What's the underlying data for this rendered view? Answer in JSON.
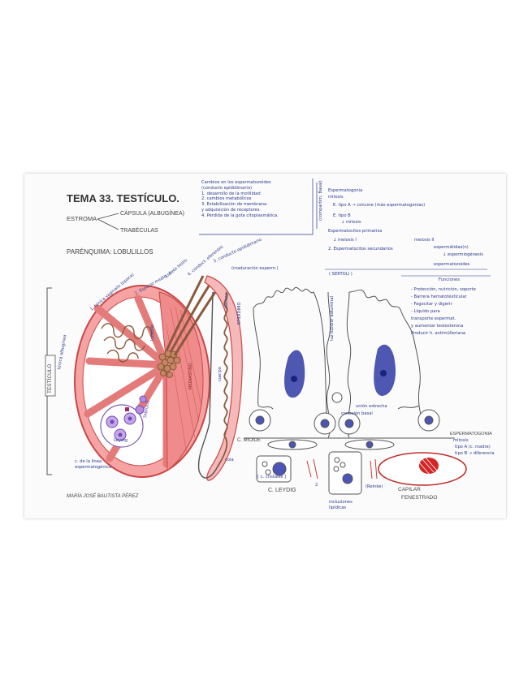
{
  "header": {
    "title": "TEMA 33. TESTÍCULO.",
    "estroma": "ESTROMA",
    "capsula": "CÁPSULA (ALBUGÍNEA)",
    "trabeculas": "TRABÉCULAS",
    "parenquima": "PARÉNQUIMA: LOBULILLOS"
  },
  "epididimo_notes": [
    "Cambios en los espermatozoides",
    "(conducto epididimario)",
    "1. desarrollo de la motilidad",
    "2. cambios metabólicos",
    "3. Estabilización de membrana",
    "   y adquisición de receptores",
    "4. Pérdida de la gota citoplasmática."
  ],
  "espermatogenesis": {
    "side_label": "(compartim. Basal)",
    "title": "Espermatogonia",
    "mitosis": "mitosis",
    "tipo_a": "E. tipo A → concore (más espermatogonias)",
    "tipo_b": "E. tipo B",
    "mitosis2": "↓ mitosis",
    "primarios": "Espermatocitos primarios",
    "meiosis1": "↓ meiosis I",
    "meiosis2": "meiosis II",
    "secundarios": "2. Espermatocitos secundarios",
    "espermatidas": "espermátidas(n)",
    "espermiogenesis": "↓ espermiogénesis",
    "espermatozoides": "espermatozoides"
  },
  "sertoli": {
    "title": "( SERTOLI )",
    "funciones_title": "Funciones",
    "funciones": [
      "- Protección, nutrición, soporte",
      "- Barrera hematotesticular",
      "- Fagocitar y digerir",
      "- Líquido para",
      "  transporte espermat.",
      "  y aumentar testosterona",
      "  Producir h. antimülleriana"
    ],
    "luz_tubular": "luz tubular adluminal",
    "union": "unión estrecha",
    "conexion": "conexión basal"
  },
  "labels": {
    "tunica_vaginalis": "1. túnica vaginalis (opaca)",
    "tunica_albuginea": "túnica albugínea",
    "testiculo": "TESTÍCULO",
    "espacio_mediastino": "2. Espacio medio st.",
    "rete_testis": "3. Rete testis",
    "conductos_eferentes": "4. conduct. eferentes",
    "conducto_epididimario": "5. conducto epididimario",
    "maduracion": "(maduración esperm.)",
    "epididimo": "EPIDÍDIMO",
    "lobulillo": "lobulillo",
    "mediastino": "MEDIASTINO",
    "tabique": "TABIQUE",
    "cuerpo": "cuerpo",
    "cola": "cola",
    "cabeza": "cabeza",
    "leydig_small": "Leydig",
    "conductos_eferentes2": "c. de la línea espermatogénica",
    "mioide": "C. MIOIDE",
    "leydig": "C. LEYDIG",
    "leydig_detail": "[ c. cristales ]",
    "reinke": "(Reinke)",
    "c_leydig_n": "2",
    "nucleo_golgi": "inclusiones lipídicas",
    "capilar": "CAPILAR",
    "fenestrado": "FENESTRADO",
    "espermatogonia": "ESPERMATOGONIA",
    "esp_tipo1": "mitosis",
    "esp_tipo2": "tipo A (c. madre)",
    "esp_tipo3": "tipo B → diferencia"
  },
  "author": "MARÍA JOSÉ BAUTISTA PÉREZ",
  "colors": {
    "pink": "#f08b8b",
    "pink_dark": "#d85a5a",
    "ink": "#2b3a8c",
    "purple": "#6b4fb0",
    "brown": "#8a5a3c",
    "red": "#d02a2a"
  }
}
